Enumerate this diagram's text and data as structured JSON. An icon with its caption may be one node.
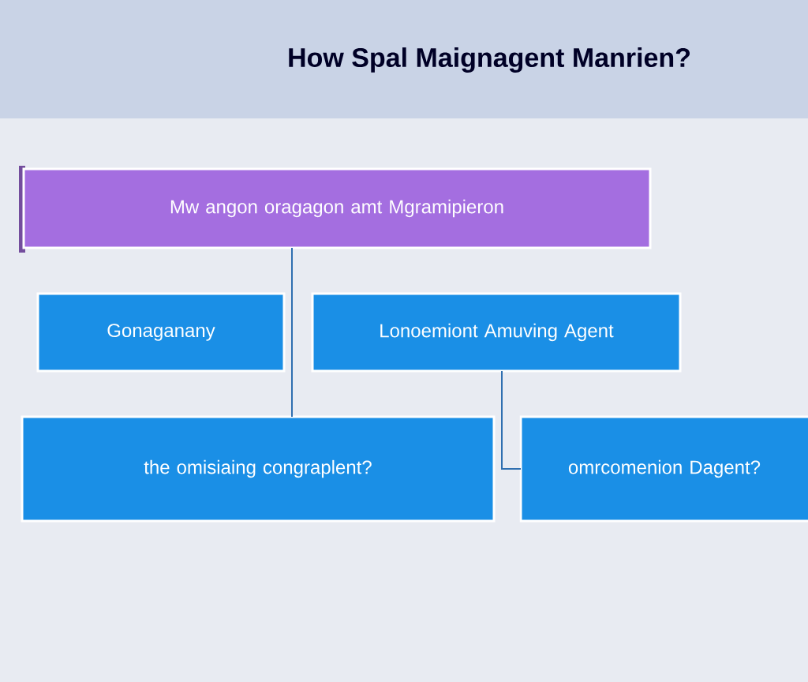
{
  "diagram": {
    "title": "How Spal Maignagent Manrien?",
    "nodes": [
      {
        "text": [
          "Mw angon oragagon amt Mgramipieron"
        ]
      },
      {
        "text": [
          "Gonaganany"
        ]
      },
      {
        "text": [
          "Lonoemiont Amuving Agent"
        ]
      },
      {
        "text": [
          "the omisiaing congraplent?"
        ]
      },
      {
        "text": [
          "omrcomenion Dagent?"
        ]
      }
    ],
    "edges": [
      {
        "from": 0,
        "to": 3,
        "arrow": "none"
      },
      {
        "from": 2,
        "to": 4,
        "arrow": "none"
      }
    ]
  }
}
